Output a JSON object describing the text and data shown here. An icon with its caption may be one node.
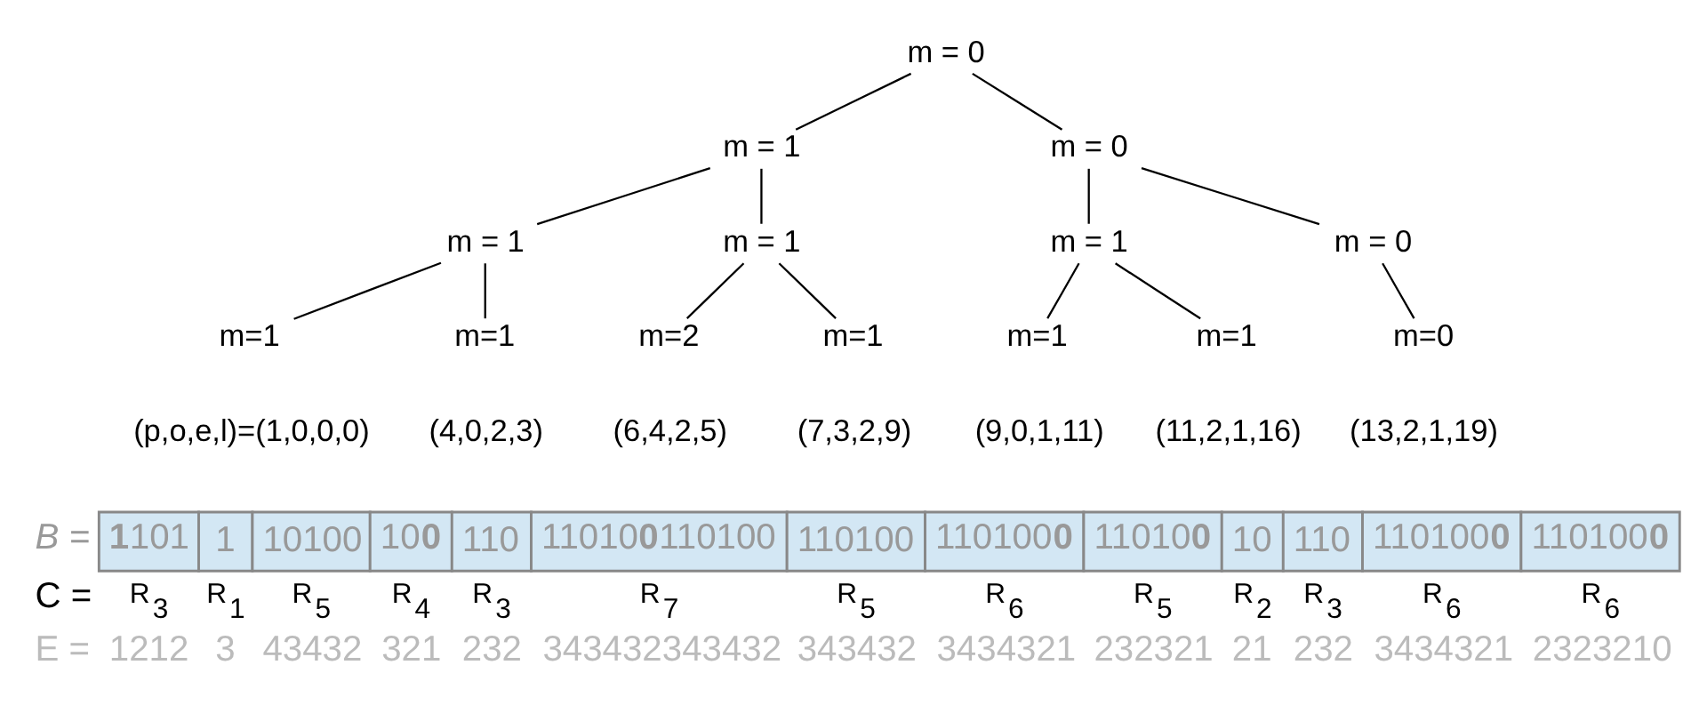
{
  "diagram": {
    "nodes": [
      {
        "text": [
          "m = 0"
        ]
      },
      {
        "text": [
          "m = 1"
        ]
      },
      {
        "text": [
          "m = 0"
        ]
      },
      {
        "text": [
          "m = 1"
        ]
      },
      {
        "text": [
          "m = 1"
        ]
      },
      {
        "text": [
          "m = 1"
        ]
      },
      {
        "text": [
          "m = 0"
        ]
      },
      {
        "text": [
          "m=1"
        ],
        "beside": [
          "(p,o,e,l)=(1,0,0,0)"
        ]
      },
      {
        "text": [
          "m=1"
        ],
        "beside": [
          "(4,0,2,3)"
        ]
      },
      {
        "text": [
          "m=2"
        ],
        "beside": [
          "(6,4,2,5)"
        ]
      },
      {
        "text": [
          "m=1"
        ],
        "beside": [
          "(7,3,2,9)"
        ]
      },
      {
        "text": [
          "m=1"
        ],
        "beside": [
          "(9,0,1,11)"
        ]
      },
      {
        "text": [
          "m=1"
        ],
        "beside": [
          "(11,2,1,16)"
        ]
      },
      {
        "text": [
          "m=0"
        ],
        "beside": [
          "(13,2,1,19)"
        ]
      }
    ],
    "edges": [
      {
        "from": 0,
        "to": 1,
        "arrow": "none"
      },
      {
        "from": 0,
        "to": 2,
        "arrow": "none"
      },
      {
        "from": 1,
        "to": 3,
        "arrow": "none"
      },
      {
        "from": 1,
        "to": 4,
        "arrow": "none"
      },
      {
        "from": 2,
        "to": 5,
        "arrow": "none"
      },
      {
        "from": 2,
        "to": 6,
        "arrow": "none"
      },
      {
        "from": 3,
        "to": 7,
        "arrow": "none"
      },
      {
        "from": 3,
        "to": 8,
        "arrow": "none"
      },
      {
        "from": 4,
        "to": 9,
        "arrow": "none"
      },
      {
        "from": 4,
        "to": 10,
        "arrow": "none"
      },
      {
        "from": 5,
        "to": 11,
        "arrow": "none"
      },
      {
        "from": 5,
        "to": 12,
        "arrow": "none"
      },
      {
        "from": 6,
        "to": 13,
        "arrow": "none"
      }
    ],
    "labels": [
      "B =",
      "**1**101",
      "1",
      "10100",
      "10**0**",
      "110",
      "11010**0**110100",
      "110100",
      "110100**0**",
      "11010**0**",
      "10",
      "110",
      "110100**0**",
      "110100**0**",
      "C =",
      "R$_{3}$",
      "R$_{1}$",
      "R$_{5}$",
      "R$_{4}$",
      "R$_{3}$",
      "R$_{7}$",
      "R$_{5}$",
      "R$_{6}$",
      "R$_{5}$",
      "R$_{2}$",
      "R$_{3}$",
      "R$_{6}$",
      "R$_{6}$",
      "E =",
      "1212",
      "3",
      "43432",
      "321",
      "232",
      "343432343432",
      "343432",
      "3434321",
      "232321",
      "21",
      "232",
      "3434321",
      "2323210"
    ]
  }
}
